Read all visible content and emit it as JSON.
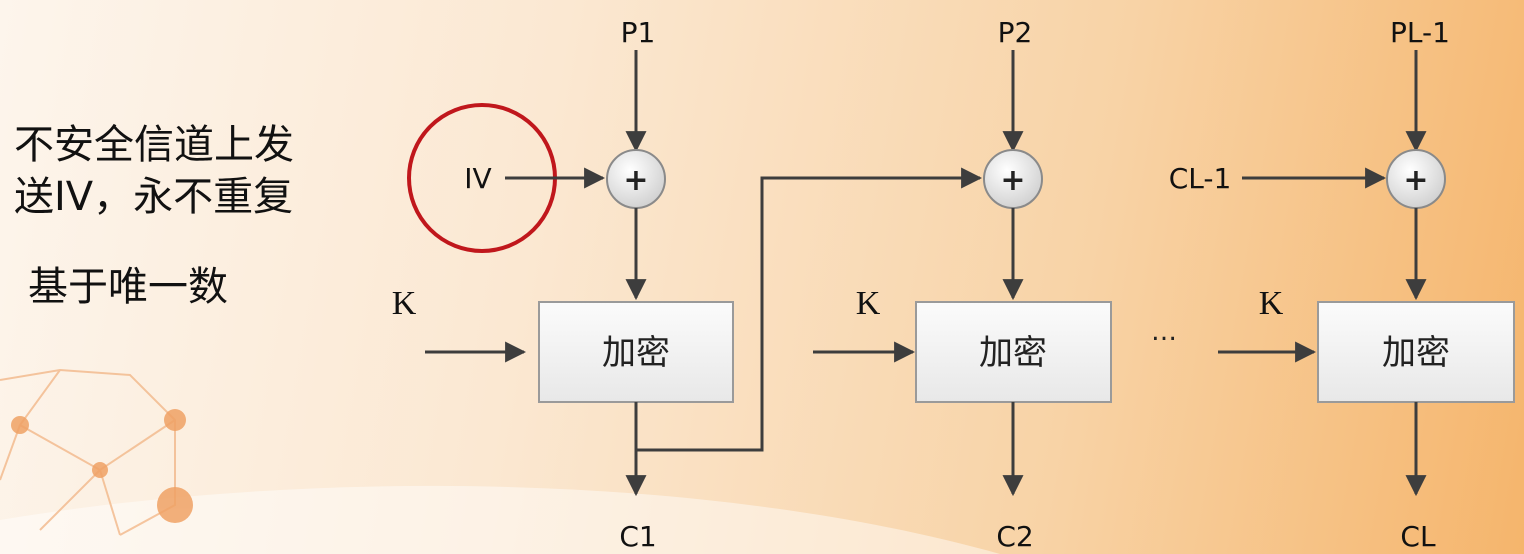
{
  "slide": {
    "note_line1": "不安全信道上发",
    "note_line2": "送IV，永不重复",
    "note_line3": "基于唯一数"
  },
  "diagram": {
    "stage1": {
      "plaintext": "P1",
      "iv": "IV",
      "xor": "+",
      "key": "K",
      "encrypt": "加密",
      "ciphertext": "C1"
    },
    "stage2": {
      "plaintext": "P2",
      "xor": "+",
      "key": "K",
      "encrypt": "加密",
      "ciphertext": "C2"
    },
    "ellipsis": "…",
    "stage3": {
      "plaintext": "PL-1",
      "prev_cipher": "CL-1",
      "xor": "+",
      "key": "K",
      "encrypt": "加密",
      "ciphertext": "CL"
    }
  },
  "colors": {
    "arrow": "#3d3d3d",
    "highlight_circle": "#c0171c",
    "box_fill": "#f3f3f3",
    "box_stroke": "#9a9a9a"
  }
}
